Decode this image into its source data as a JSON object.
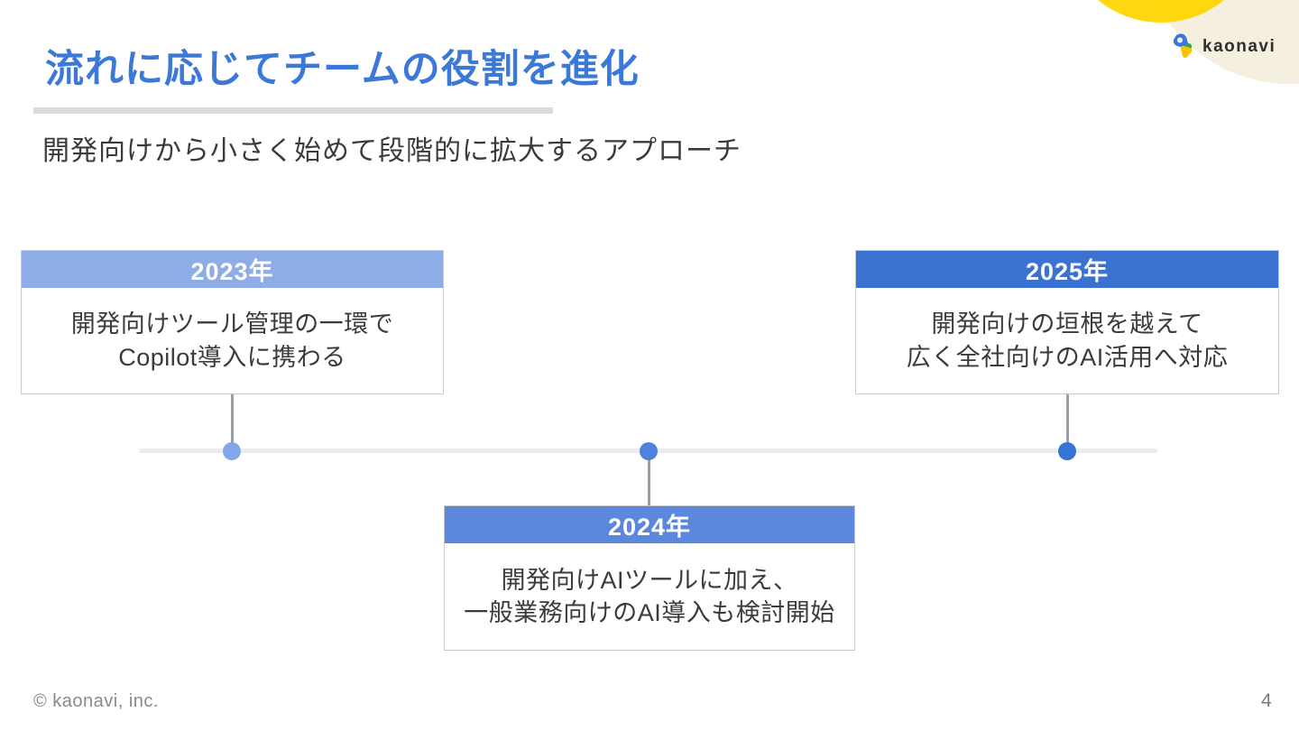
{
  "slide": {
    "title": "流れに応じてチームの役割を進化",
    "subtitle": "開発向けから小さく始めて段階的に拡大するアプローチ",
    "footer_copyright": "© kaonavi, inc.",
    "page_number": "4"
  },
  "logo": {
    "text": "kaonavi"
  },
  "colors": {
    "title_blue": "#3B78D8",
    "underline_gray": "#DBDBDE",
    "timeline_gray": "#ECECEC",
    "connector_gray": "#9B9FA3",
    "decoration_yellow": "#FFD602",
    "decoration_cream": "#F5EFDF"
  },
  "timeline": {
    "items": [
      {
        "year": "2023年",
        "line1": "開発向けツール管理の一環で",
        "line2": "Copilot導入に携わる",
        "header_color": "#8EACE6",
        "dot_color": "#83A7E8"
      },
      {
        "year": "2024年",
        "line1": "開発向けAIツールに加え、",
        "line2": "一般業務向けのAI導入も検討開始",
        "header_color": "#5B87DC",
        "dot_color": "#4E82DC"
      },
      {
        "year": "2025年",
        "line1": "開発向けの垣根を越えて",
        "line2": "広く全社向けのAI活用へ対応",
        "header_color": "#3B72D2",
        "dot_color": "#3474D6"
      }
    ]
  }
}
